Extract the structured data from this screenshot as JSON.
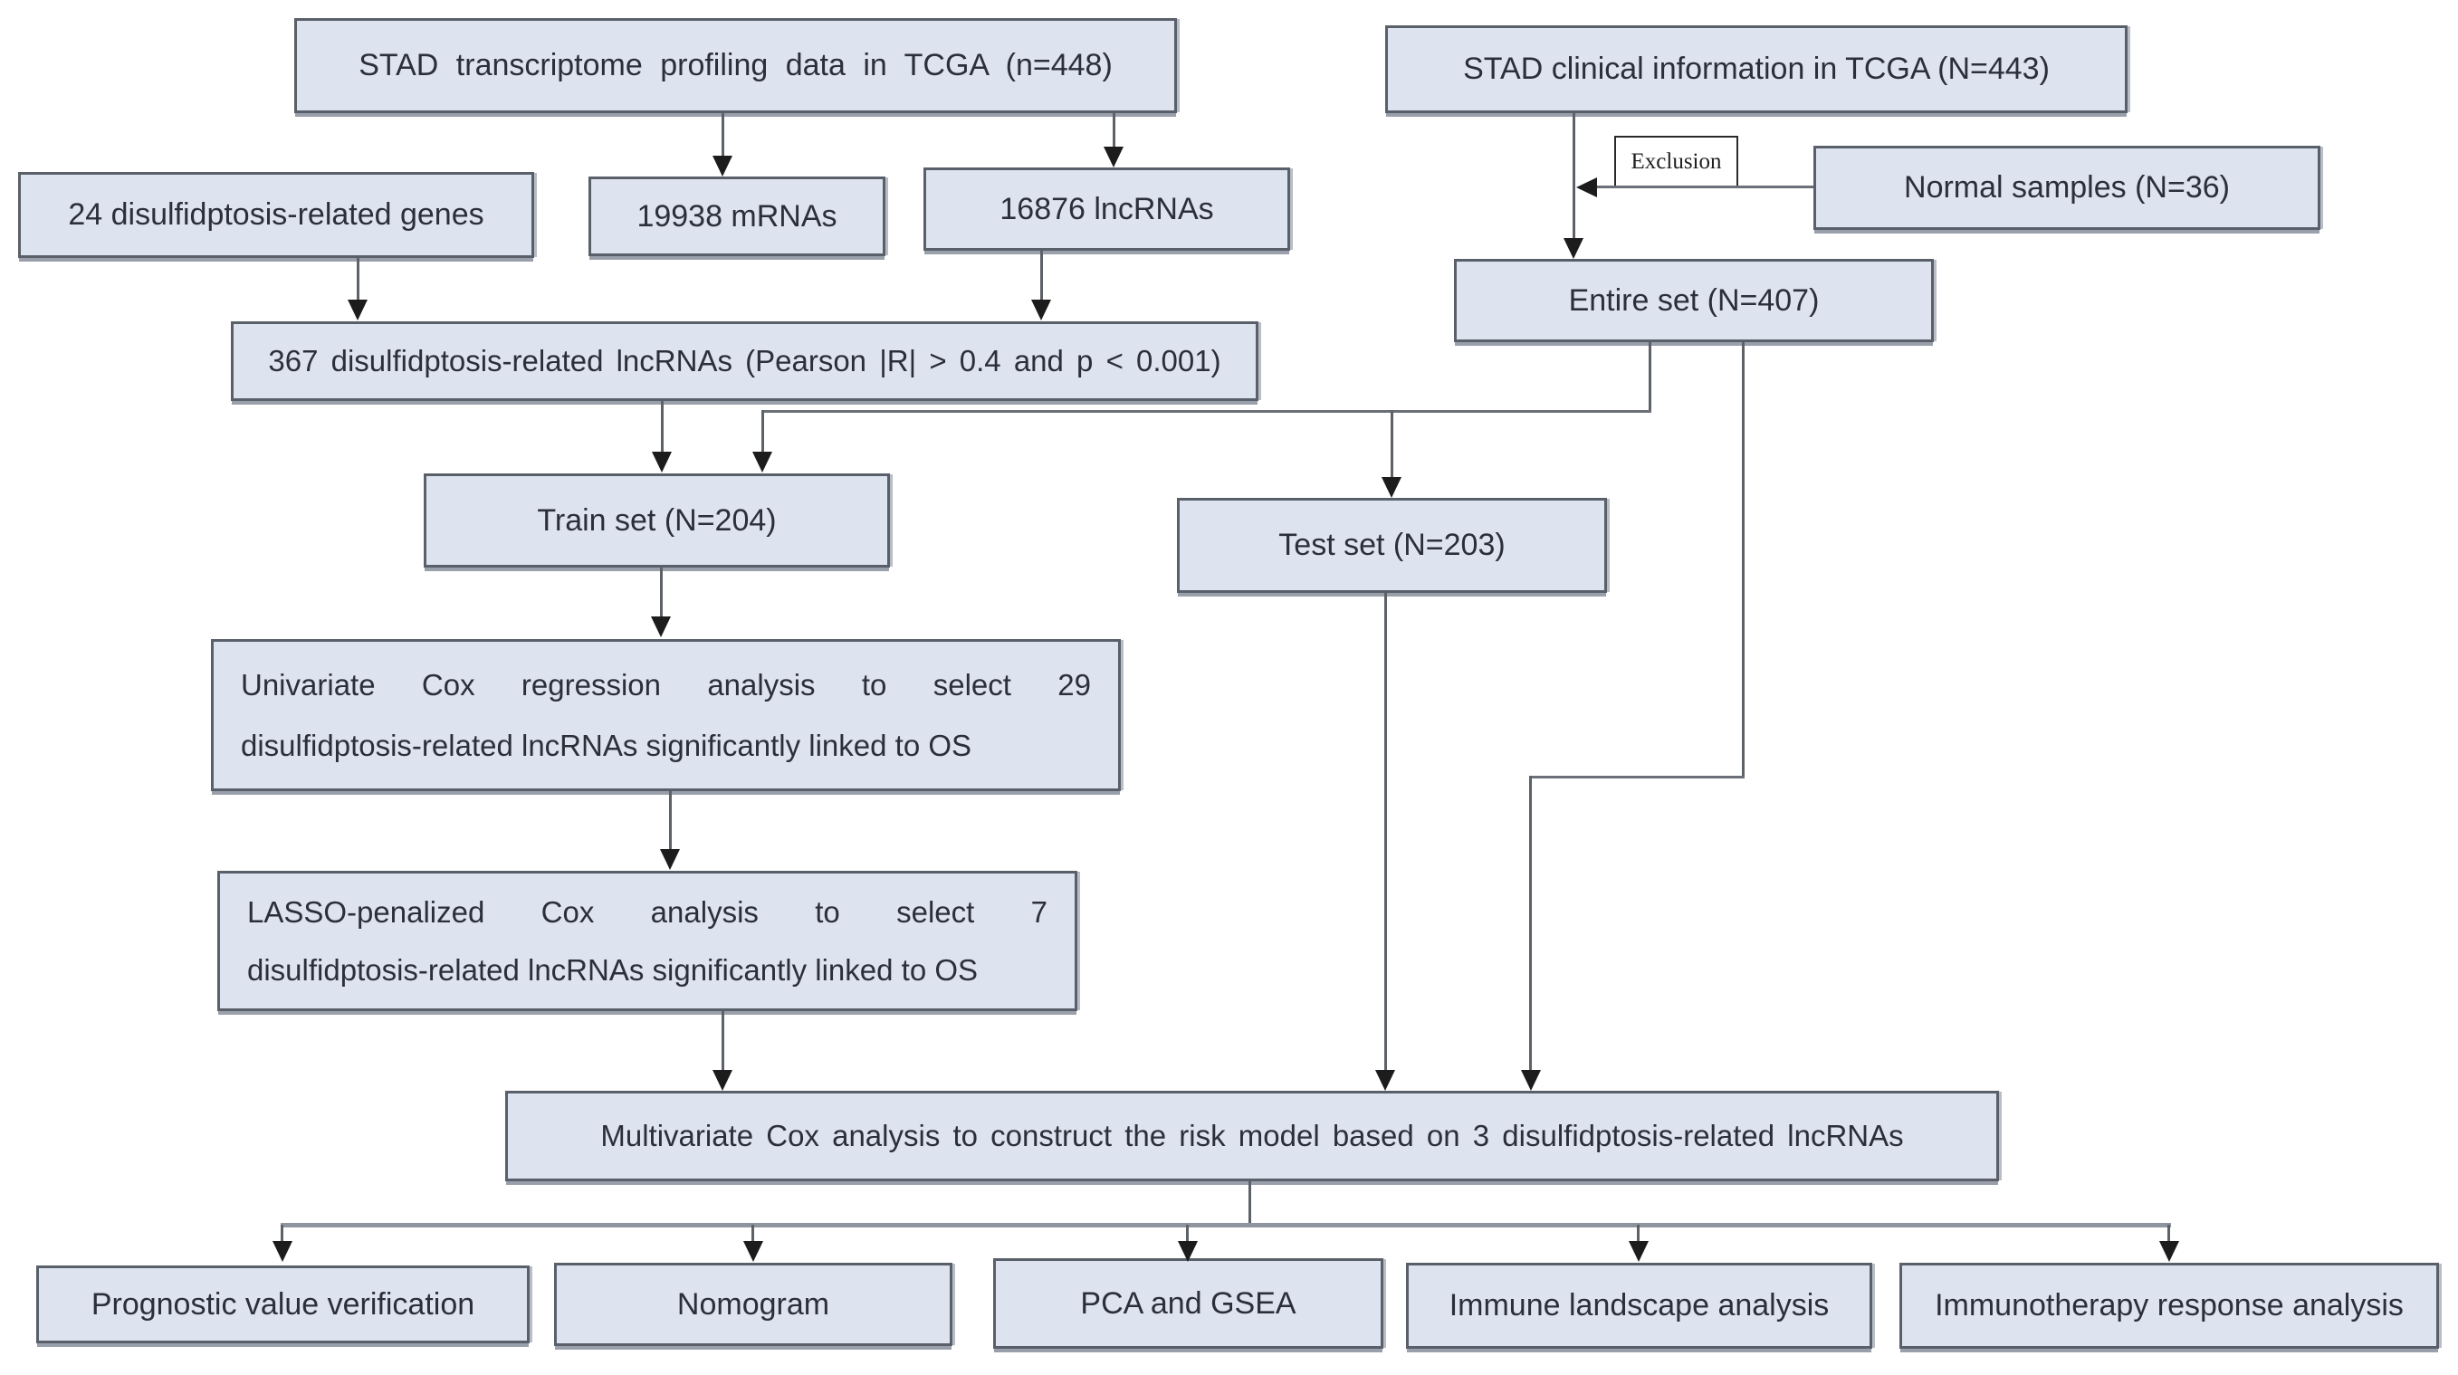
{
  "nodes": {
    "transcriptome": "STAD transcriptome profiling data in TCGA (n=448)",
    "clinical": "STAD clinical information in TCGA (N=443)",
    "genes": "24 disulfidptosis-related genes",
    "mrnas": "19938 mRNAs",
    "lncrnas": "16876 lncRNAs",
    "exclusion": "Exclusion",
    "normal_samples": "Normal samples (N=36)",
    "entire_set": "Entire set (N=407)",
    "related_lncrnas": "367 disulfidptosis-related lncRNAs (Pearson |R| > 0.4 and p < 0.001)",
    "train_set": "Train set (N=204)",
    "test_set": "Test set (N=203)",
    "univariate_line1": "Univariate Cox regression analysis to select 29",
    "univariate_line2": "disulfidptosis-related lncRNAs significantly linked to OS",
    "lasso_line1": "LASSO-penalized Cox analysis to select 7",
    "lasso_line2": "disulfidptosis-related lncRNAs significantly linked to OS",
    "multivariate": "Multivariate Cox analysis to construct the risk model based on 3 disulfidptosis-related lncRNAs",
    "outcomes": [
      "Prognostic value verification",
      "Nomogram",
      "PCA and GSEA",
      "Immune landscape analysis",
      "Immunotherapy response analysis"
    ]
  },
  "colors": {
    "box_fill": "#dde4f0",
    "box_border": "#5a6069",
    "line": "#5d6269",
    "text": "#2b2f3a"
  }
}
